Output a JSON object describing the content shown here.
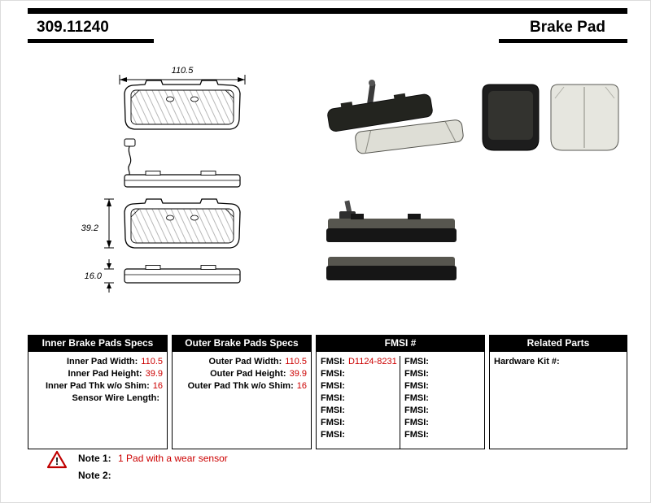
{
  "colors": {
    "accent_red": "#cc0000",
    "bar_black": "#000000"
  },
  "header": {
    "part_number": "309.11240",
    "product_type": "Brake Pad"
  },
  "drawings": {
    "width_label": "110.5",
    "height_label": "39.2",
    "thickness_label": "16.0"
  },
  "tables": {
    "inner": {
      "title": "Inner Brake Pads Specs",
      "rows": [
        {
          "label": "Inner Pad Width:",
          "value": "110.5"
        },
        {
          "label": "Inner Pad Height:",
          "value": "39.9"
        },
        {
          "label": "Inner Pad Thk w/o Shim:",
          "value": "16"
        },
        {
          "label": "Sensor Wire Length:",
          "value": ""
        }
      ]
    },
    "outer": {
      "title": "Outer Brake Pads Specs",
      "rows": [
        {
          "label": "Outer Pad Width:",
          "value": "110.5"
        },
        {
          "label": "Outer Pad Height:",
          "value": "39.9"
        },
        {
          "label": "Outer Pad Thk w/o Shim:",
          "value": "16"
        }
      ]
    },
    "fmsi": {
      "title": "FMSI #",
      "left": [
        {
          "label": "FMSI:",
          "value": "D1124-8231"
        },
        {
          "label": "FMSI:",
          "value": ""
        },
        {
          "label": "FMSI:",
          "value": ""
        },
        {
          "label": "FMSI:",
          "value": ""
        },
        {
          "label": "FMSI:",
          "value": ""
        },
        {
          "label": "FMSI:",
          "value": ""
        },
        {
          "label": "FMSI:",
          "value": ""
        }
      ],
      "right": [
        {
          "label": "FMSI:",
          "value": ""
        },
        {
          "label": "FMSI:",
          "value": ""
        },
        {
          "label": "FMSI:",
          "value": ""
        },
        {
          "label": "FMSI:",
          "value": ""
        },
        {
          "label": "FMSI:",
          "value": ""
        },
        {
          "label": "FMSI:",
          "value": ""
        },
        {
          "label": "FMSI:",
          "value": ""
        }
      ]
    },
    "related": {
      "title": "Related Parts",
      "rows": [
        {
          "label": "Hardware Kit #:",
          "value": ""
        }
      ]
    }
  },
  "notes": {
    "warning_icon": "⚠",
    "note1_label": "Note 1:",
    "note1_text": "1 Pad with a wear sensor",
    "note2_label": "Note 2:",
    "note2_text": ""
  }
}
